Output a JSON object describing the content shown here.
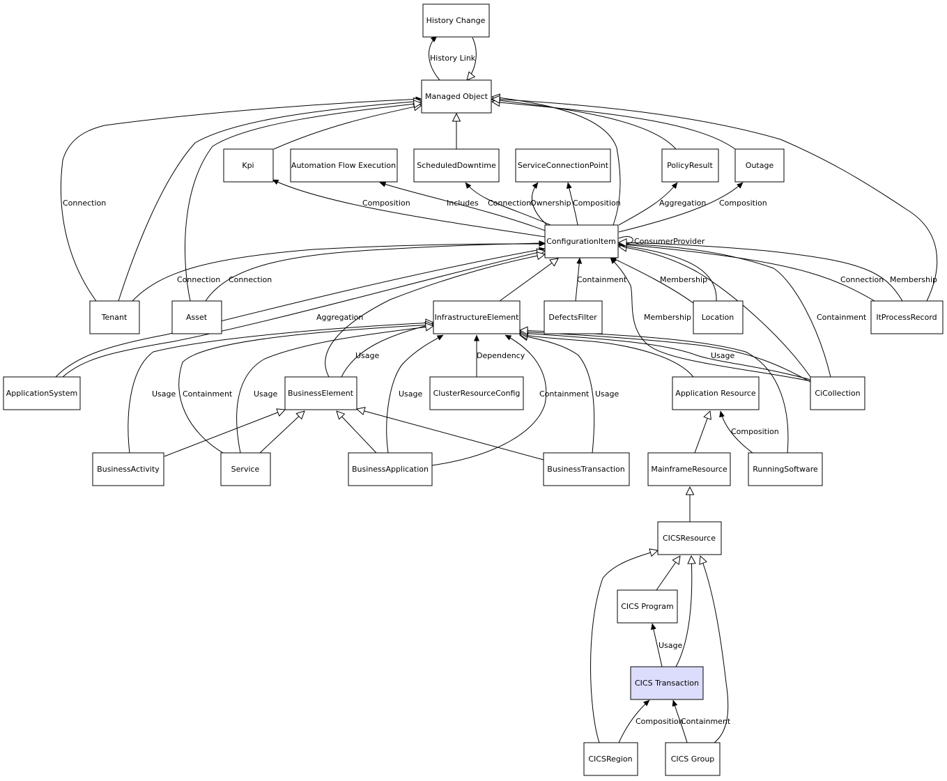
{
  "nodes": {
    "history_change": "History Change",
    "managed_object": "Managed Object",
    "kpi": "Kpi",
    "automation_flow_execution": "Automation Flow Execution",
    "scheduled_downtime": "ScheduledDowntime",
    "service_connection_point": "ServiceConnectionPoint",
    "policy_result": "PolicyResult",
    "outage": "Outage",
    "configuration_item": "ConfigurationItem",
    "tenant": "Tenant",
    "asset": "Asset",
    "infrastructure_element": "InfrastructureElement",
    "defects_filter": "DefectsFilter",
    "location": "Location",
    "it_process_record": "ItProcessRecord",
    "application_system": "ApplicationSystem",
    "business_element": "BusinessElement",
    "cluster_resource_config": "ClusterResourceConfig",
    "application_resource": "Application Resource",
    "ci_collection": "CiCollection",
    "business_activity": "BusinessActivity",
    "service": "Service",
    "business_application": "BusinessApplication",
    "business_transaction": "BusinessTransaction",
    "mainframe_resource": "MainframeResource",
    "running_software": "RunningSoftware",
    "cics_resource": "CICSResource",
    "cics_program": "CICS Program",
    "cics_transaction": "CICS Transaction",
    "cics_region": "CICSRegion",
    "cics_group": "CICS Group"
  },
  "edge_labels": {
    "history_link": "History Link",
    "tenant_mo_connection": "Connection",
    "ci_kpi_composition": "Composition",
    "ci_afe_includes": "Includes",
    "ci_sd_connection": "Connection",
    "ci_scp_ownership": "Ownership",
    "ci_scp_composition": "Composition",
    "ci_pr_aggregation": "Aggregation",
    "ci_outage_composition": "Composition",
    "ci_consumer_provider": "ConsumerProvider",
    "tenant_ci_connection": "Connection",
    "asset_ci_connection": "Connection",
    "defects_containment": "Containment",
    "location_membership": "Membership",
    "itpr_ci_connection": "Connection",
    "itpr_mo_membership": "Membership",
    "appsys_aggregation": "Aggregation",
    "cicoll_membership": "Membership",
    "cicoll_containment": "Containment",
    "be_ie_usage": "Usage",
    "crc_dependency": "Dependency",
    "cicoll_ie_usage": "Usage",
    "ba_ie_usage": "Usage",
    "service_ie_containment": "Containment",
    "service_ie_usage": "Usage",
    "bapp_ie_usage": "Usage",
    "bapp_ie_containment": "Containment",
    "bt_ie_usage": "Usage",
    "rs_ar_composition": "Composition",
    "ct_cp_usage": "Usage",
    "cr_ct_composition": "Composition",
    "cg_ct_containment": "Containment"
  }
}
